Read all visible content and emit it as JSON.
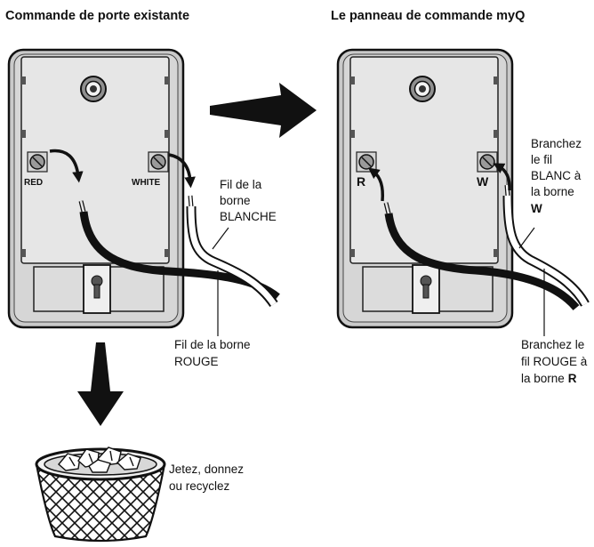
{
  "existing_control": {
    "heading": "Commande de porte existante",
    "terminal_labels": {
      "red": "RED",
      "white": "WHITE"
    },
    "white_wire_callout": [
      "Fil de la",
      "borne",
      "BLANCHE"
    ],
    "red_wire_callout": [
      "Fil de la borne",
      "ROUGE"
    ]
  },
  "myq_panel": {
    "heading": "Le panneau de commande myQ",
    "terminal_labels": {
      "r": "R",
      "w": "W"
    },
    "white_wire_instruction": {
      "lines": [
        "Branchez",
        "le fil",
        "BLANC à",
        "la borne"
      ],
      "terminal": "W"
    },
    "red_wire_instruction": {
      "lines": [
        "Branchez le",
        "fil ROUGE à",
        "la borne"
      ],
      "terminal": "R"
    }
  },
  "disposal_callout": [
    "Jetez, donnez",
    "ou recyclez"
  ],
  "colors": {
    "outline": "#111111",
    "plate": "#c9c9c9",
    "plate_face": "#e6e6e6",
    "wire_red_terminal": "#111111",
    "wire_white_terminal": "#ffffff"
  }
}
